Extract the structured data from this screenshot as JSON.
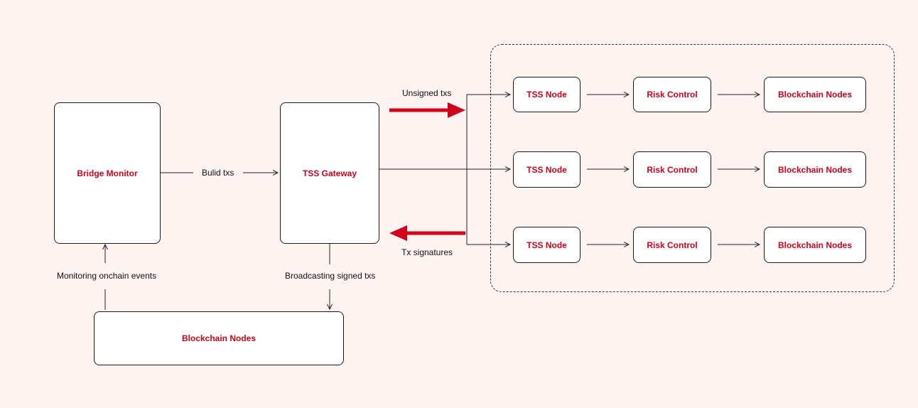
{
  "colors": {
    "background": "#fdf4f1",
    "node_text": "#d0021b",
    "thick_arrow": "#d0021b",
    "line": "#222222"
  },
  "nodes": {
    "bridge_monitor": "Bridge Monitor",
    "tss_gateway": "TSS Gateway",
    "blockchain_nodes_bottom": "Blockchain Nodes",
    "tss_rows": [
      {
        "tss_node": "TSS Node",
        "risk_control": "Risk Control",
        "blockchain_nodes": "Blockchain Nodes"
      },
      {
        "tss_node": "TSS Node",
        "risk_control": "Risk Control",
        "blockchain_nodes": "Blockchain Nodes"
      },
      {
        "tss_node": "TSS Node",
        "risk_control": "Risk Control",
        "blockchain_nodes": "Blockchain Nodes"
      }
    ]
  },
  "edge_labels": {
    "build_txs": "Bulid txs",
    "unsigned_txs": "Unsigned txs",
    "tx_signatures": "Tx signatures",
    "monitoring": "Monitoring onchain events",
    "broadcasting": "Broadcasting signed txs"
  }
}
